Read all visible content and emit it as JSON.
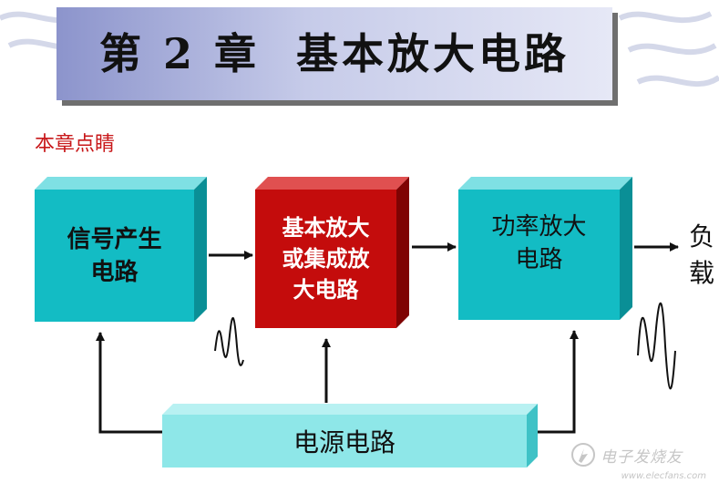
{
  "title": "第 2 章  基本放大电路",
  "section_label": "本章点睛",
  "blocks": {
    "signal_source": "信号产生\n电路",
    "basic_amplifier": "基本放大\n或集成放\n大电路",
    "power_amplifier": "功率放大\n电路",
    "power_supply": "电源电路"
  },
  "load": "负\n载",
  "watermark": {
    "brand": "电子发烧友",
    "url": "www.elecfans.com"
  },
  "colors": {
    "cyan_block": "#13bcc4",
    "cyan_side": "#0a8f96",
    "red_block": "#c40c0c",
    "red_side": "#7f0303",
    "supply_block": "#8ee7e8",
    "title_red": "#c8181a"
  },
  "icons": [
    "swirl-pattern",
    "waveform-small-icon",
    "waveform-large-icon",
    "watermark-logo-icon"
  ]
}
